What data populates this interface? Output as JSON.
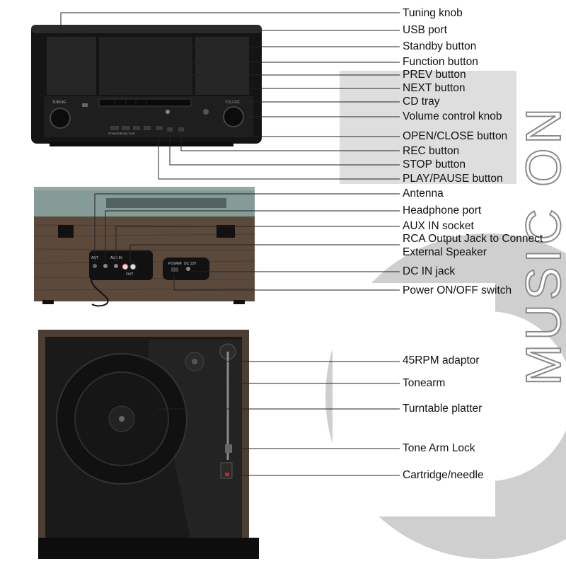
{
  "brand": {
    "wordmark": "MUSIC ON"
  },
  "device_labels": {
    "tuning": "TUNING",
    "volume": "VOLUME",
    "standby": "STANDBY",
    "function": "FUNCTION",
    "power": "POWER",
    "dc12v": "DC 12V",
    "ant": "ANT",
    "auxin": "AUX IN",
    "out": "OUT"
  },
  "callouts": [
    {
      "id": "tuning-knob",
      "text": "Tuning knob"
    },
    {
      "id": "usb-port",
      "text": "USB port"
    },
    {
      "id": "standby-button",
      "text": "Standby button"
    },
    {
      "id": "function-button",
      "text": "Function button"
    },
    {
      "id": "prev-button",
      "text": "PREV button"
    },
    {
      "id": "next-button",
      "text": "NEXT button"
    },
    {
      "id": "cd-tray",
      "text": "CD tray"
    },
    {
      "id": "volume-knob",
      "text": "Volume control knob"
    },
    {
      "id": "open-close-button",
      "text": "OPEN/CLOSE button"
    },
    {
      "id": "rec-button",
      "text": "REC button"
    },
    {
      "id": "stop-button",
      "text": "STOP button"
    },
    {
      "id": "play-pause-button",
      "text": "PLAY/PAUSE button"
    },
    {
      "id": "antenna",
      "text": "Antenna"
    },
    {
      "id": "headphone-port",
      "text": "Headphone port"
    },
    {
      "id": "aux-in-socket",
      "text": "AUX IN socket"
    },
    {
      "id": "rca-output",
      "text": "RCA Output Jack to Connect"
    },
    {
      "id": "rca-output-cont",
      "text": "External Speaker"
    },
    {
      "id": "dc-in-jack",
      "text": "DC IN jack"
    },
    {
      "id": "power-switch",
      "text": "Power ON/OFF switch"
    },
    {
      "id": "rpm-adaptor",
      "text": "45RPM adaptor"
    },
    {
      "id": "tonearm",
      "text": "Tonearm"
    },
    {
      "id": "platter",
      "text": "Turntable platter"
    },
    {
      "id": "tone-arm-lock",
      "text": "Tone Arm Lock"
    },
    {
      "id": "cartridge-needle",
      "text": "Cartridge/needle"
    }
  ]
}
